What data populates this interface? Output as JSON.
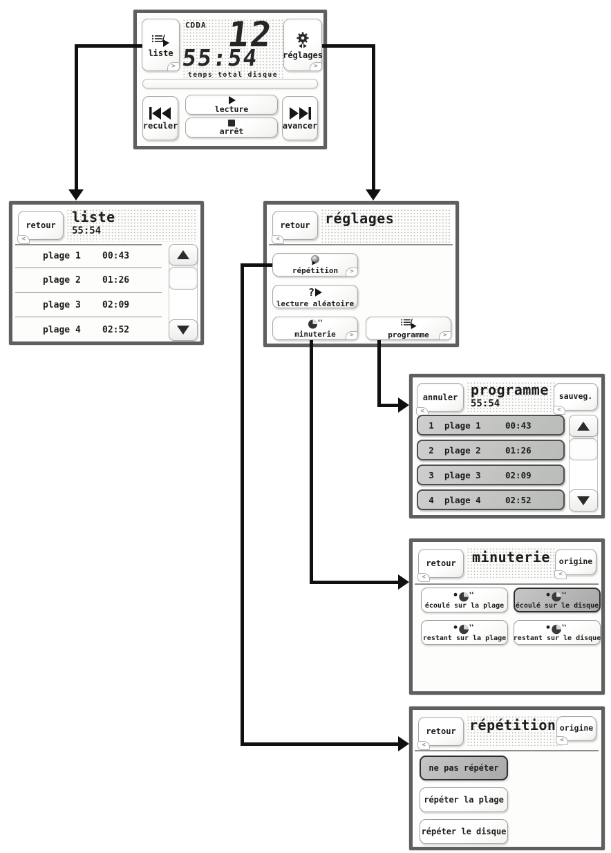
{
  "badges": {
    "forward": ">",
    "back": "<"
  },
  "icons": {
    "liste": "list-play",
    "reglages": "gear-arrows",
    "lecture": "play",
    "arret": "stop",
    "reculer": "skip-back",
    "avancer": "skip-forward",
    "repetition": "disc-play",
    "aleatoire_question": "?",
    "minuterie": "pie-clock",
    "scroll_up": "up-triangle",
    "scroll_down": "down-triangle"
  },
  "colors": {
    "frame": "#5f5f5f",
    "arrow": "#101010",
    "selected_fill": "#b5b5b5",
    "program_row_fill": "#c3c3c3",
    "text": "#1c1c1c"
  },
  "main_screen": {
    "liste_button": "liste",
    "reglages_button": "réglages",
    "display": {
      "format": "CDDA",
      "track_number": "12",
      "total_time": "55:54",
      "caption": "temps total disque"
    },
    "transport": {
      "reculer": "reculer",
      "lecture": "lecture",
      "arret": "arrêt",
      "avancer": "avancer"
    }
  },
  "liste_screen": {
    "retour_button": "retour",
    "title": "liste",
    "total_time": "55:54",
    "tracks": [
      {
        "name": "plage 1",
        "time": "00:43"
      },
      {
        "name": "plage 2",
        "time": "01:26"
      },
      {
        "name": "plage 3",
        "time": "02:09"
      },
      {
        "name": "plage 4",
        "time": "02:52"
      }
    ]
  },
  "reglages_screen": {
    "retour_button": "retour",
    "title": "réglages",
    "repetition_button": "répétition",
    "aleatoire_button": "lecture aléatoire",
    "minuterie_button": "minuterie",
    "programme_button": "programme"
  },
  "programme_screen": {
    "annuler_button": "annuler",
    "title": "programme",
    "total_time": "55:54",
    "sauveg_button": "sauveg.",
    "entries": [
      {
        "num": "1",
        "name": "plage 1",
        "time": "00:43"
      },
      {
        "num": "2",
        "name": "plage 2",
        "time": "01:26"
      },
      {
        "num": "3",
        "name": "plage 3",
        "time": "02:09"
      },
      {
        "num": "4",
        "name": "plage 4",
        "time": "02:52"
      }
    ]
  },
  "minuterie_screen": {
    "retour_button": "retour",
    "title": "minuterie",
    "origine_button": "origine",
    "options": [
      {
        "label": "écoulé sur la plage",
        "selected": false
      },
      {
        "label": "écoulé sur le disque",
        "selected": true
      },
      {
        "label": "restant sur la plage",
        "selected": false
      },
      {
        "label": "restant sur le disque",
        "selected": false
      }
    ]
  },
  "repetition_screen": {
    "retour_button": "retour",
    "title": "répétition",
    "origine_button": "origine",
    "options": [
      {
        "label": "ne pas répéter",
        "selected": true
      },
      {
        "label": "répéter la plage",
        "selected": false
      },
      {
        "label": "répéter le disque",
        "selected": false
      }
    ]
  }
}
